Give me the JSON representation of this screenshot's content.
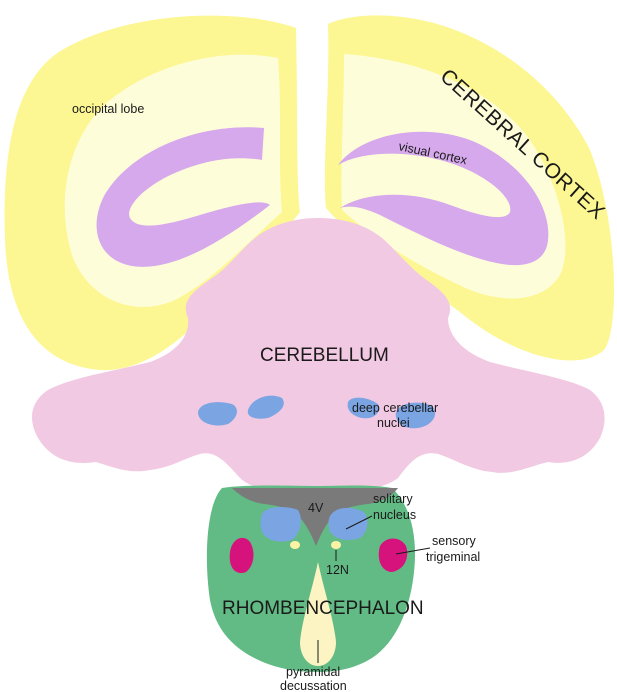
{
  "colors": {
    "cortex": "#fcf793",
    "white_matter": "#fefdda",
    "visual_cortex": "#d6a8ec",
    "cerebellum": "#f2c9e2",
    "nuclei": "#7ba4e3",
    "rhombencephalon": "#62bb85",
    "ventricle": "#7a7a7a",
    "trigeminal": "#d6127c",
    "hypoglossal": "#fdf3a6",
    "pyramidal": "#fdf4c4"
  },
  "labels": {
    "occipital_lobe": "occipital lobe",
    "cerebral_cortex": "CEREBRAL CORTEX",
    "visual_cortex": "visual cortex",
    "cerebellum": "CEREBELLUM",
    "deep_cerebellar_1": "deep cerebellar",
    "deep_cerebellar_2": "nuclei",
    "fourth_ventricle": "4V",
    "solitary_1": "solitary",
    "solitary_2": "nucleus",
    "sensory_1": "sensory",
    "sensory_2": "trigeminal",
    "hypoglossal": "12N",
    "rhombencephalon": "RHOMBENCEPHALON",
    "pyramidal_1": "pyramidal",
    "pyramidal_2": "decussation"
  }
}
